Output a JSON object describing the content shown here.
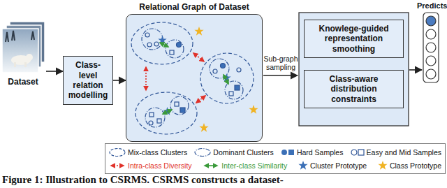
{
  "diagram": {
    "caption": "Figure 1: Illustration to CSRMS. CSRMS constructs a dataset-",
    "nodes": [
      {
        "text": [
          "Dataset"
        ]
      },
      {
        "text": [
          "Class-level relation modelling"
        ]
      },
      {
        "text": [
          "Relational Graph of Dataset"
        ]
      },
      {
        "text": [
          "Knowlege-guided representation smoothing"
        ]
      },
      {
        "text": [
          "Class-aware distribution constraints"
        ]
      },
      {
        "text": [
          "Predicts"
        ]
      }
    ],
    "edges": [
      {
        "from": 0,
        "to": 1,
        "arrow": "to"
      },
      {
        "from": 1,
        "to": 2,
        "arrow": "to"
      }
    ],
    "labels": [
      "Sub-graph sampling"
    ],
    "legend": [
      {
        "text": "Mix-class Clusters"
      },
      {
        "text": "Dominant Clusters"
      },
      {
        "text": "Hard Samples"
      },
      {
        "text": "Easy and Mid Samples"
      },
      {
        "text": "Intra-class Diversity"
      },
      {
        "text": "Inter-class Similarity"
      },
      {
        "text": "Cluster Prototype"
      },
      {
        "text": "Class Prototype"
      }
    ]
  }
}
